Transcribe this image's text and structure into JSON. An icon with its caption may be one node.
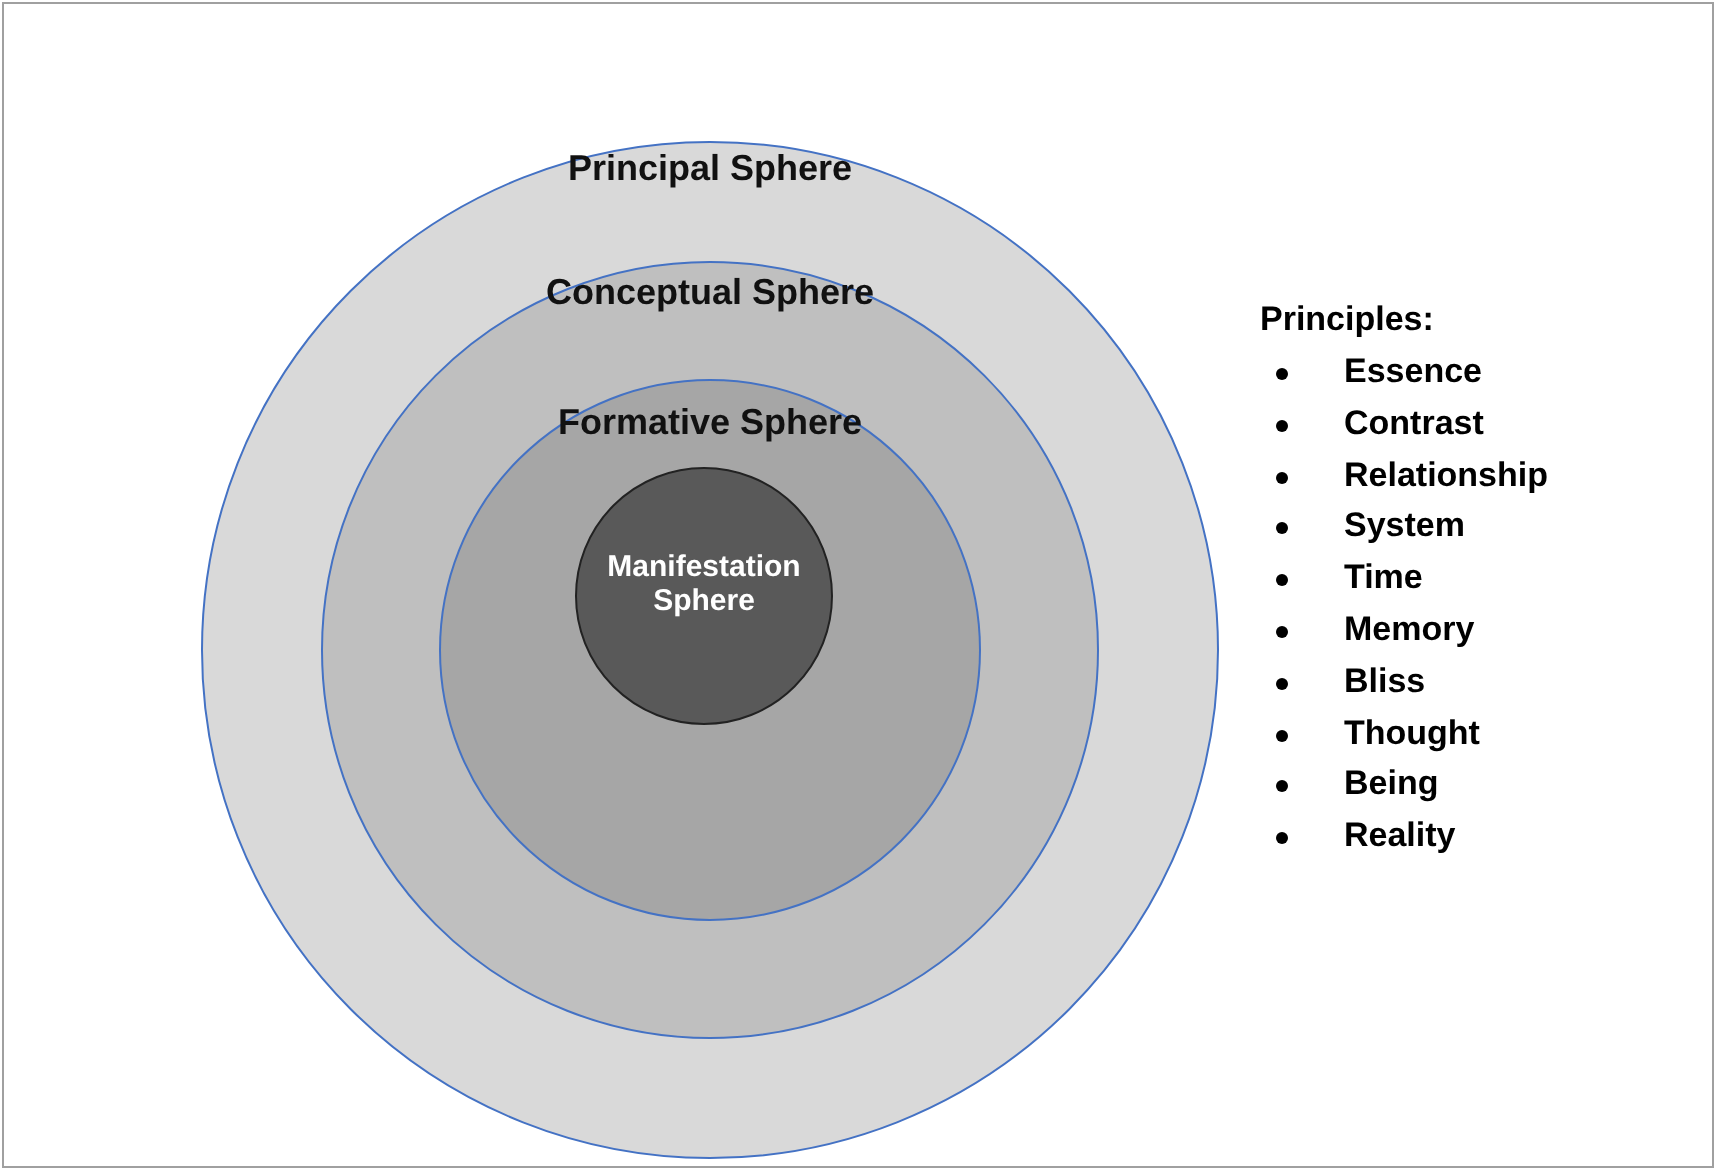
{
  "diagram": {
    "nodes": [
      {
        "text": [
          "Principal Sphere"
        ]
      },
      {
        "text": [
          "Conceptual Sphere"
        ],
        "in": 0
      },
      {
        "text": [
          "Formative Sphere"
        ],
        "in": 1
      },
      {
        "text": [
          "Manifestation Sphere"
        ],
        "in": 2
      }
    ],
    "labels": [
      "Principles:",
      "Essence",
      "Contrast",
      "Relationship",
      "System",
      "Time",
      "Memory",
      "Bliss",
      "Thought",
      "Being",
      "Reality"
    ]
  }
}
